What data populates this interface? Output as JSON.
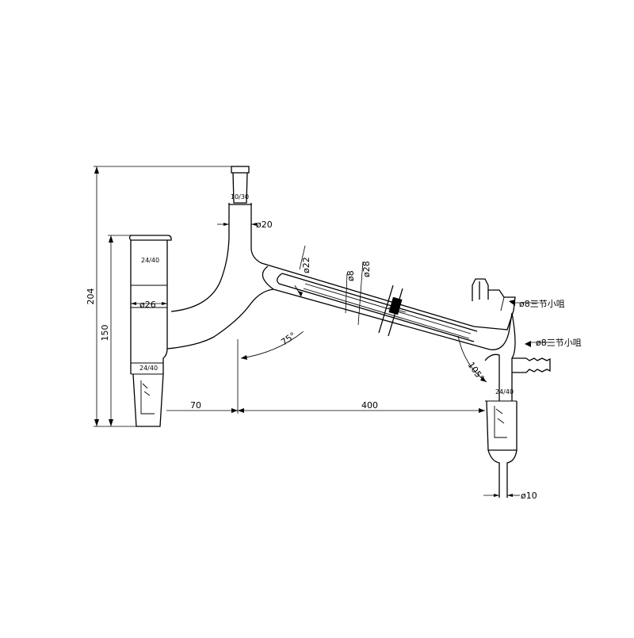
{
  "dimensions": {
    "overall_height": "204",
    "flask_height": "150",
    "horizontal_offset": "70",
    "horizontal_length": "400",
    "neck_diameter": "ø20",
    "flask_neck_diameter": "ø26",
    "outlet_diameter": "ø10",
    "jacket_outer_diameter": "ø22",
    "inner_tube_diameter": "ø8",
    "jacket_inner_diameter": "ø28",
    "angle_upper": "75°",
    "angle_lower": "105°"
  },
  "joints": {
    "top_joint": "10/30",
    "left_upper_joint": "24/40",
    "left_lower_joint": "24/40",
    "right_joint": "24/40"
  },
  "hose_connectors": {
    "upper": "ø8三节小咀",
    "lower": "ø8三节小咀"
  }
}
